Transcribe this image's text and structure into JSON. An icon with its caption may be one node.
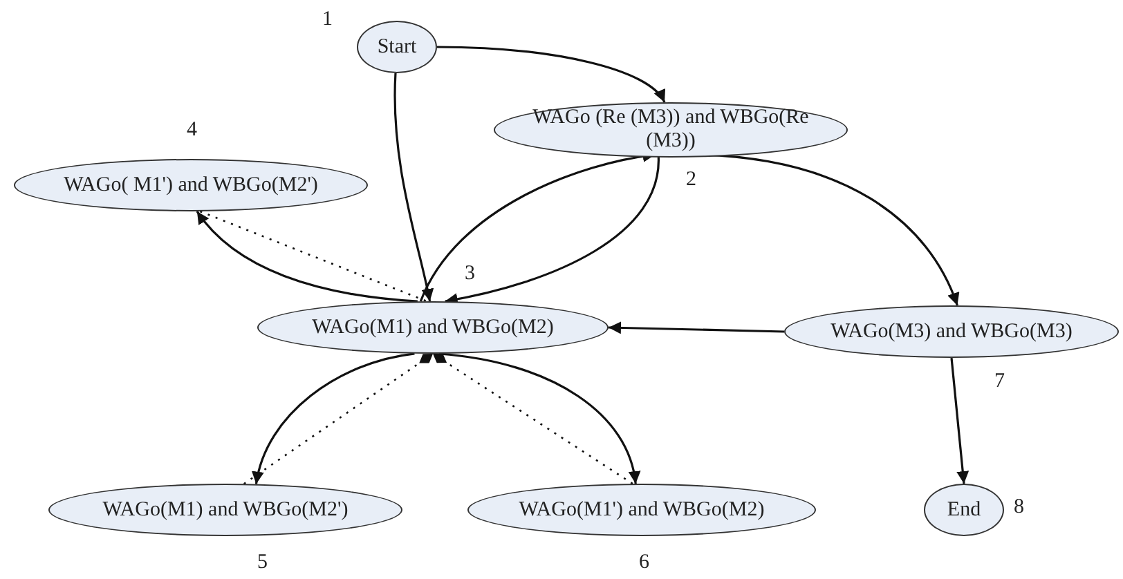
{
  "diagram": {
    "nodes": [
      {
        "text": [
          "Start"
        ],
        "beside": [
          "1"
        ]
      },
      {
        "text": [
          "WAGo (Re (M3)) and WBGo(Re (M3))"
        ],
        "beside": [
          "2"
        ]
      },
      {
        "text": [
          "WAGo( M1') and WBGo(M2')"
        ],
        "beside": [
          "4"
        ]
      },
      {
        "text": [
          "WAGo(M1) and WBGo(M2)"
        ],
        "beside": [
          "3"
        ]
      },
      {
        "text": [
          "WAGo(M3) and WBGo(M3)"
        ],
        "beside": [
          "7"
        ]
      },
      {
        "text": [
          "WAGo(M1) and WBGo(M2')"
        ],
        "beside": [
          "5"
        ]
      },
      {
        "text": [
          "WAGo(M1') and WBGo(M2)"
        ],
        "beside": [
          "6"
        ]
      },
      {
        "text": [
          "End"
        ],
        "beside": [
          "8"
        ]
      }
    ],
    "edges": [
      {
        "from": 0,
        "to": 1,
        "arrow": "to"
      },
      {
        "from": 0,
        "to": 3,
        "arrow": "to"
      },
      {
        "from": 3,
        "to": 1,
        "arrow": "to"
      },
      {
        "from": 1,
        "to": 3,
        "arrow": "to"
      },
      {
        "from": 3,
        "to": 2,
        "arrow": "to"
      },
      {
        "from": 2,
        "to": 3,
        "arrow": "none",
        "style": "dashed"
      },
      {
        "from": 1,
        "to": 4,
        "arrow": "to"
      },
      {
        "from": 4,
        "to": 3,
        "arrow": "to"
      },
      {
        "from": 4,
        "to": 7,
        "arrow": "to"
      },
      {
        "from": 3,
        "to": 5,
        "arrow": "to"
      },
      {
        "from": 5,
        "to": 3,
        "arrow": "other",
        "style": "dashed"
      },
      {
        "from": 3,
        "to": 6,
        "arrow": "to"
      },
      {
        "from": 6,
        "to": 3,
        "arrow": "other",
        "style": "dashed"
      }
    ]
  }
}
